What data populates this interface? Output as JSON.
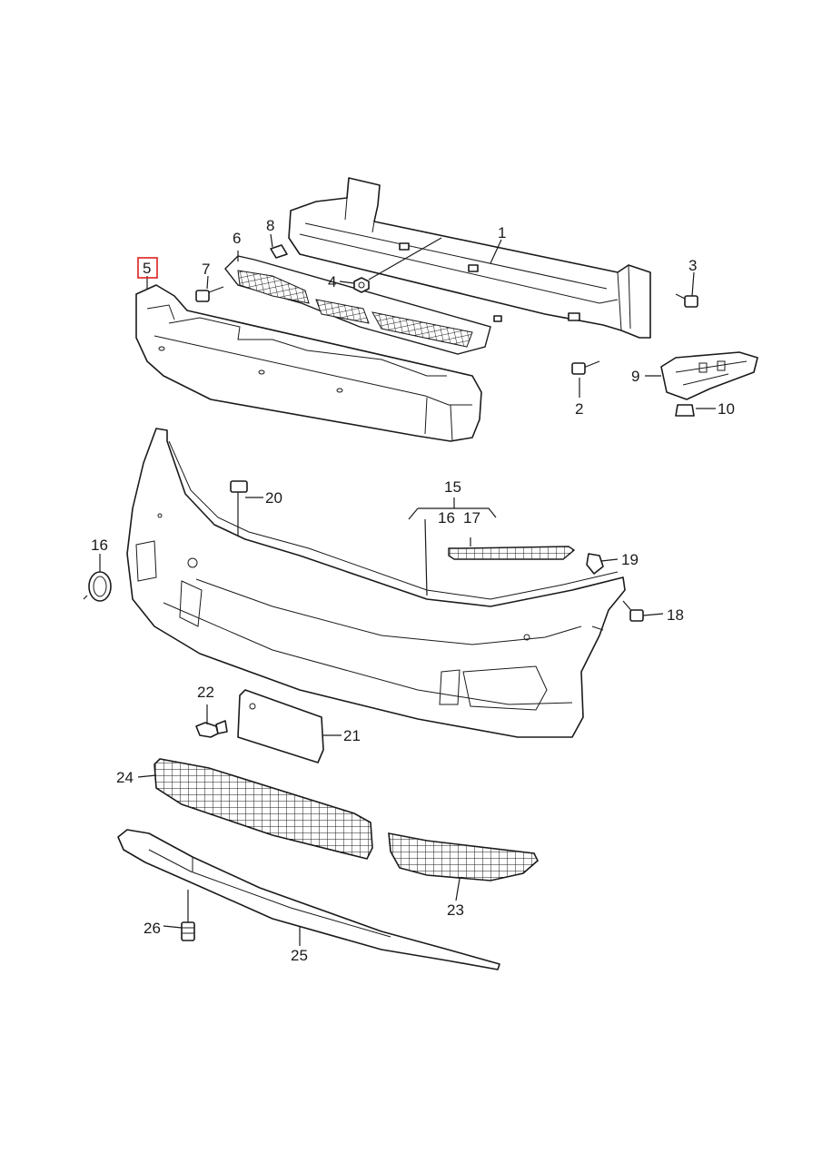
{
  "diagram": {
    "highlighted_callout": "5",
    "highlight_color": "#e02020",
    "line_color": "#1a1a1a",
    "callouts": {
      "c1": "1",
      "c2": "2",
      "c3": "3",
      "c4": "4",
      "c5": "5",
      "c6": "6",
      "c7": "7",
      "c8": "8",
      "c9": "9",
      "c10": "10",
      "c15": "15",
      "c16": "16",
      "c16b": "16",
      "c17": "17",
      "c18": "18",
      "c19": "19",
      "c20": "20",
      "c21": "21",
      "c22": "22",
      "c23": "23",
      "c24": "24",
      "c25": "25",
      "c26": "26"
    }
  }
}
